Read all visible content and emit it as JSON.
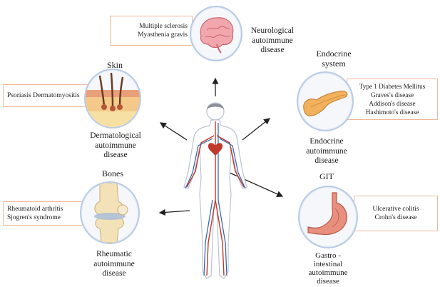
{
  "neurological": {
    "diseases": [
      "Multiple sclerosis",
      "Myasthenia gravis"
    ],
    "label": [
      "Neurological",
      "autoimmune",
      "disease"
    ]
  },
  "skin": {
    "heading": "Skin",
    "diseases": [
      "Psoriasis Dermatomyositis"
    ],
    "label": [
      "Dermatological",
      "autoimmune",
      "disease"
    ]
  },
  "bones": {
    "heading": "Bones",
    "diseases": [
      "Rheumatoid arthritis",
      "Sjogren's syndrome"
    ],
    "label": [
      "Rheumatic",
      "autoimmune",
      "disease"
    ]
  },
  "endocrine": {
    "heading": [
      "Endocrine",
      "system"
    ],
    "diseases": [
      "Type 1 Diabetes Mellitus",
      "Graves's disease",
      "Addison's disease",
      "Hashimoto's disease"
    ],
    "label": [
      "Endocrine",
      "autoimmune",
      "disease"
    ]
  },
  "git": {
    "heading": "GIT",
    "diseases": [
      "Ulcerative colitis",
      "Crohn's disease"
    ],
    "label": [
      "Gastro -",
      "intestinal",
      "autoimmune",
      "disease"
    ]
  },
  "colors": {
    "box_border": "#f0b79a",
    "circle_border": "#b9cbe6",
    "artery": "#c0392b",
    "vein": "#2f5fa7"
  }
}
